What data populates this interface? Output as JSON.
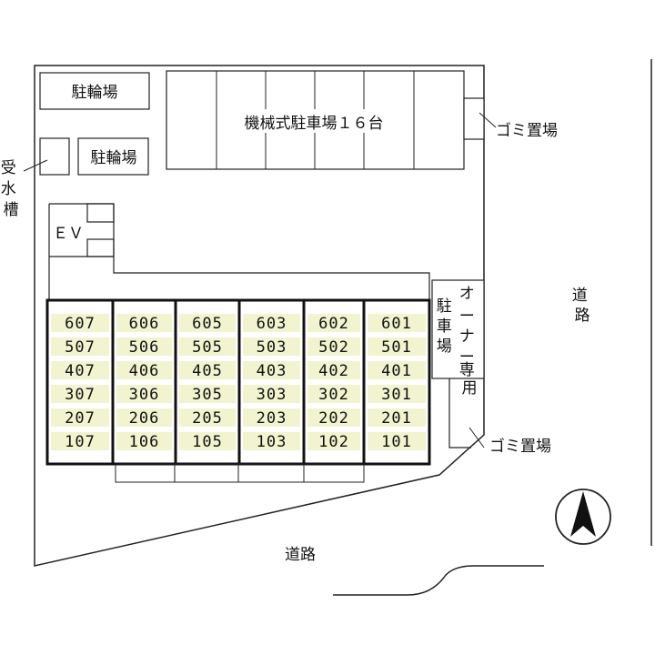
{
  "labels": {
    "bicycle_parking_top": "駐輪場",
    "bicycle_parking_mid": "駐輪場",
    "mechanical_parking": "機械式駐車場１６台",
    "garbage_top": "ゴミ置場",
    "garbage_bottom": "ゴミ置場",
    "water_tank": "受水槽",
    "ev": "ＥＶ",
    "owner_parking": "オーナー専用駐車場",
    "road_right": "道路",
    "road_bottom": "道路"
  },
  "units": [
    [
      "607",
      "507",
      "407",
      "307",
      "207",
      "107"
    ],
    [
      "606",
      "506",
      "406",
      "306",
      "206",
      "106"
    ],
    [
      "605",
      "505",
      "405",
      "305",
      "205",
      "105"
    ],
    [
      "603",
      "503",
      "403",
      "303",
      "203",
      "103"
    ],
    [
      "602",
      "502",
      "402",
      "302",
      "202",
      "102"
    ],
    [
      "601",
      "501",
      "401",
      "301",
      "201",
      "101"
    ]
  ],
  "colors": {
    "line": "#222222",
    "unit_fill": "#f1f4cf",
    "building_border": "#111111"
  },
  "icons": {
    "north_arrow": "north-arrow-icon"
  }
}
